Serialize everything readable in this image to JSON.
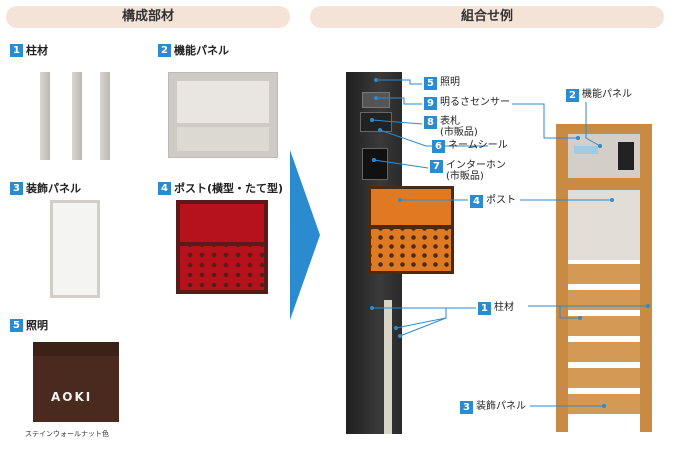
{
  "headers": {
    "parts": "構成部材",
    "example": "組合せ例"
  },
  "parts": [
    {
      "num": "1",
      "label": "柱材"
    },
    {
      "num": "2",
      "label": "機能パネル"
    },
    {
      "num": "3",
      "label": "装飾パネル"
    },
    {
      "num": "4",
      "label": "ポスト(横型・たて型)"
    },
    {
      "num": "5",
      "label": "照明"
    }
  ],
  "light_nameplate": "AOKI",
  "light_caption": "ステインウォールナット色",
  "callouts": {
    "c5": {
      "num": "5",
      "label": "照明"
    },
    "c9": {
      "num": "9",
      "label": "明るさセンサー"
    },
    "c2": {
      "num": "2",
      "label": "機能パネル"
    },
    "c8": {
      "num": "8",
      "label": "表札",
      "sub": "(市販品)"
    },
    "c6": {
      "num": "6",
      "label": "ネームシール"
    },
    "c7": {
      "num": "7",
      "label": "インターホン",
      "sub": "(市販品)"
    },
    "c4": {
      "num": "4",
      "label": "ポスト"
    },
    "c1": {
      "num": "1",
      "label": "柱材"
    },
    "c3": {
      "num": "3",
      "label": "装飾パネル"
    }
  },
  "colors": {
    "accent_blue": "#2a8bd1",
    "header_bg": "#f6e3d8",
    "post_red": "#b5121b",
    "post_orange": "#e07a22",
    "wood": "#c98a43",
    "dark_pillar": "#2d2d2d"
  }
}
